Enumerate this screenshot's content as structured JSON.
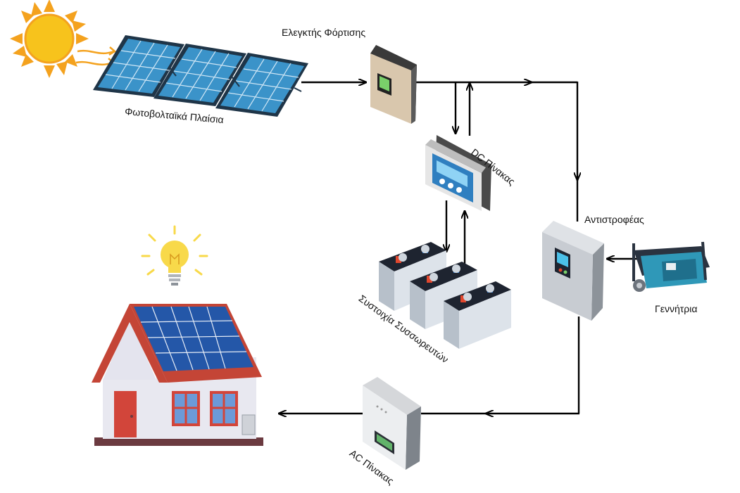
{
  "labels": {
    "charge_controller": "Ελεγκτής Φόρτισης",
    "pv_panels": "Φωτοβολταϊκά Πλαίσια",
    "dc_panel": "DC Πίνακας",
    "inverter": "Αντιστροφέας",
    "generator": "Γεννήτρια",
    "battery_bank": "Συστοιχία Συσσωρευτών",
    "ac_panel": "AC Πίνακας"
  },
  "colors": {
    "sun": "#f7c31c",
    "sun_rays": "#f4a21e",
    "pv_cell": "#3b93c9",
    "pv_frame": "#1f3548",
    "charge_controller_body": "#d9c7ad",
    "dc_panel_screen": "#3aa7e0",
    "battery_body": "#dde3ea",
    "battery_terminal_red": "#e0472e",
    "battery_terminal_blue": "#2b7bd2",
    "inverter_body": "#c8ccd2",
    "generator_body": "#2f98b8",
    "house_wall": "#e8e8f0",
    "house_roof": "#c44536",
    "house_door": "#d2453a",
    "bulb": "#f8d94a",
    "lines": "#000000"
  },
  "icons": [
    "sun-icon",
    "solar-panel-icon",
    "charge-controller-icon",
    "dc-panel-icon",
    "battery-icon",
    "inverter-icon",
    "generator-icon",
    "ac-panel-icon",
    "house-icon",
    "light-bulb-icon"
  ]
}
